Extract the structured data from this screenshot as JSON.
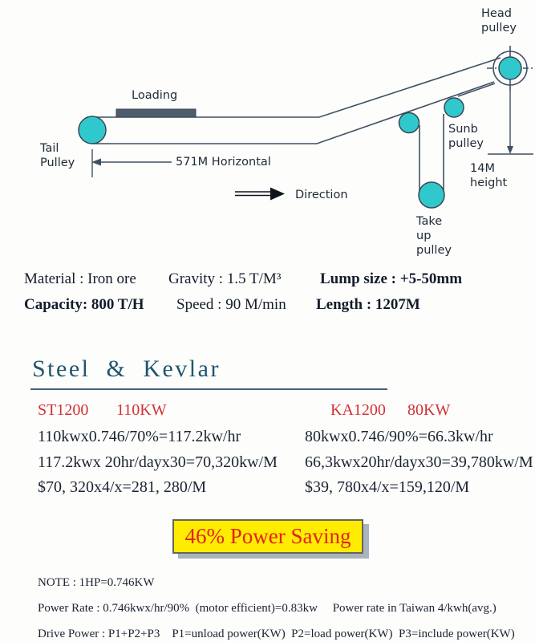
{
  "diagram": {
    "labels": {
      "head_pulley": "Head\npulley",
      "tail_pulley": "Tail\nPulley",
      "loading": "Loading",
      "horizontal_dim": "571M Horizontal",
      "direction": "Direction",
      "sunb_pulley": "Sunb\npulley",
      "take_up_pulley": "Take\nup\npulley",
      "height_dim": "14M height"
    },
    "colors": {
      "pulley_fill": "#2fc9cd",
      "line_stroke": "#3f4f63",
      "loading_bar": "#4e5d6b"
    }
  },
  "specs": {
    "material": "Material : Iron ore",
    "gravity": "Gravity : 1.5 T/M³",
    "lump_size": "Lump size : +5-50mm",
    "capacity": "Capacity: 800 T/H",
    "speed": "Speed : 90 M/min",
    "length": "Length : 1207M"
  },
  "comparison": {
    "title": "Steel  &  Kevlar",
    "title_color": "#1f566e",
    "accent_red": "#d23137",
    "left": {
      "model": "ST1200",
      "power": "110KW",
      "line1": "110kwx0.746/70%=117.2kw/hr",
      "line2": "117.2kwx 20hr/dayx30=70,320kw/M",
      "line3": "$70, 320x4/x=281, 280/M"
    },
    "right": {
      "model": "KA1200",
      "power": "80KW",
      "line1": "80kwx0.746/90%=66.3kw/hr",
      "line2": "66,3kwx20hr/dayx30=39,780kw/M",
      "line3": "$39, 780x4/x=159,120/M"
    }
  },
  "banner": {
    "text": "46% Power Saving",
    "bg": "#ffec00",
    "text_color": "#e32119"
  },
  "notes": {
    "note": "NOTE : 1HP=0.746KW",
    "power_rate": "Power Rate : 0.746kwx/hr/90%  (motor efficient)=0.83kw     Power rate in Taiwan 4/kwh(avg.)",
    "drive_power": "Drive Power : P1+P2+P3    P1=unload power(KW)  P2=load power(KW)  P3=include power(KW)"
  }
}
